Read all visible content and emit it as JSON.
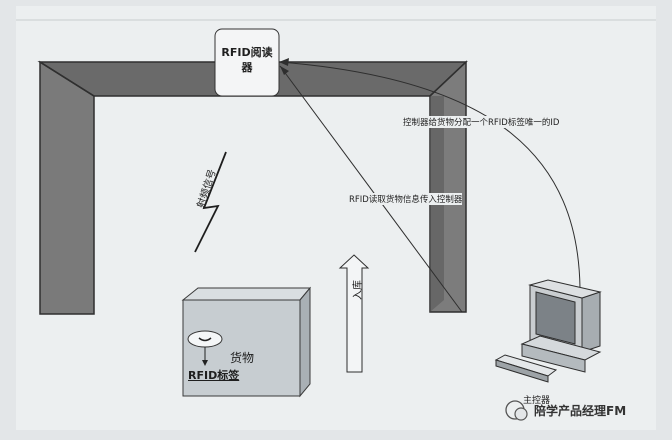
{
  "reader": {
    "label": "RFID阅读器"
  },
  "annotations": {
    "assign_id": "控制器给货物分配一个RFID标签唯一的ID",
    "read_info": "RFID读取货物信息传入控制器",
    "rf_signal": "射频信号",
    "entry": "入库"
  },
  "cargo": {
    "label": "货物",
    "tag_label": "RFID标签"
  },
  "computer": {
    "label": "主控器"
  },
  "watermark": {
    "text": "陪学产品经理FM"
  },
  "colors": {
    "frame_fill": "#6e6e6e",
    "frame_dark": "#3d3d3d",
    "paper": "#eef0f1",
    "box": "#c9cfd3"
  }
}
